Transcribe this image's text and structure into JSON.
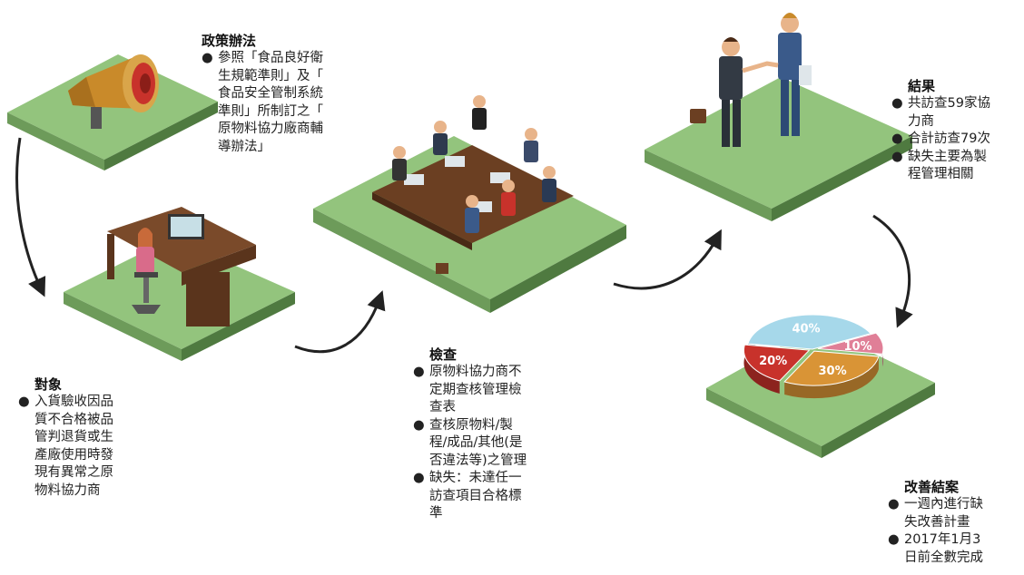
{
  "bullet": "●",
  "colors": {
    "platform_top": "#93c47d",
    "platform_side": "#5b8a4a",
    "arrow": "#222222",
    "pie_blue": "#a6d8ea",
    "pie_pink": "#e07f97",
    "pie_orange": "#d99436",
    "pie_red": "#c8322b"
  },
  "policy": {
    "title": "政策辦法",
    "items": [
      {
        "lines": [
          "參照「食品良好衛",
          "生規範準則」及「",
          "食品安全管制系統",
          "準則」所制訂之「",
          "原物料協力廠商輔",
          "導辦法」"
        ]
      }
    ]
  },
  "target": {
    "title": "對象",
    "items": [
      {
        "lines": [
          "入貨驗收因品",
          "質不合格被品",
          "管判退貨或生",
          "產廠使用時發",
          "現有異常之原",
          "物料協力商"
        ]
      }
    ]
  },
  "inspection": {
    "title": "檢查",
    "items": [
      {
        "lines": [
          "原物料協力商不",
          "定期查核管理檢",
          "查表"
        ]
      },
      {
        "lines": [
          "查核原物料/製",
          "程/成品/其他(是",
          "否違法等)之管理"
        ]
      },
      {
        "lines": [
          "缺失：未達任一",
          "訪查項目合格標",
          "準"
        ]
      }
    ]
  },
  "result": {
    "title": "結果",
    "items": [
      {
        "lines": [
          "共訪查59家協",
          "力商"
        ]
      },
      {
        "lines": [
          "合計訪查79次"
        ]
      },
      {
        "lines": [
          "缺失主要為製",
          "程管理相關"
        ]
      }
    ]
  },
  "improve": {
    "title": "改善結案",
    "items": [
      {
        "lines": [
          "一週內進行缺",
          "失改善計畫"
        ]
      },
      {
        "lines": [
          "2017年1月3",
          "日前全數完成"
        ]
      }
    ]
  },
  "pie": {
    "slices": [
      {
        "label": "40%",
        "value": 40,
        "color": "#a6d8ea"
      },
      {
        "label": "10%",
        "value": 10,
        "color": "#e07f97"
      },
      {
        "label": "30%",
        "value": 30,
        "color": "#d99436"
      },
      {
        "label": "20%",
        "value": 20,
        "color": "#c8322b"
      }
    ]
  }
}
